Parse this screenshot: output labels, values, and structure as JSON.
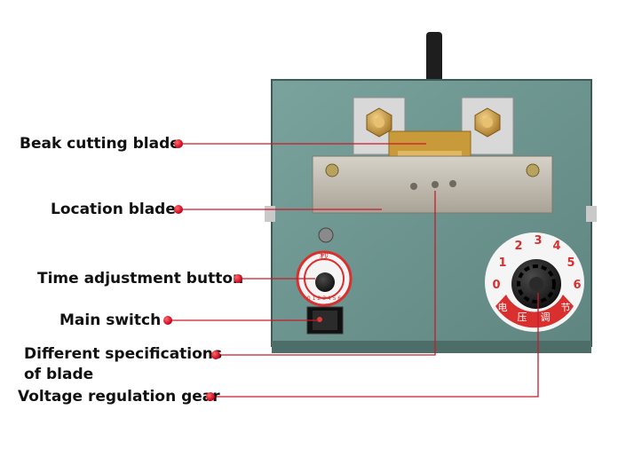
{
  "colors": {
    "housing": "#6e9590",
    "leader_line": "#c91a2b",
    "dial_red": "#d9302f",
    "knob": "#1b1b1b",
    "brass": "#c99a3a"
  },
  "labels": {
    "beak_cutting_blade": "Beak cutting blade",
    "location_blade": "Location blade",
    "time_adjustment_button": "Time adjustment button",
    "main_switch": "Main switch",
    "different_specifications_line1": "Different specifications",
    "different_specifications_line2": "of blade",
    "voltage_regulation_gear": "Voltage regulation gear"
  },
  "voltage_dial": {
    "numbers": [
      "0",
      "1",
      "2",
      "3",
      "4",
      "5",
      "6"
    ],
    "chars": [
      "电",
      "压",
      "调",
      "节"
    ]
  },
  "timer_dial": {
    "top_char": "秒",
    "bottom_text": "0 1 2 3 4 5 6"
  }
}
